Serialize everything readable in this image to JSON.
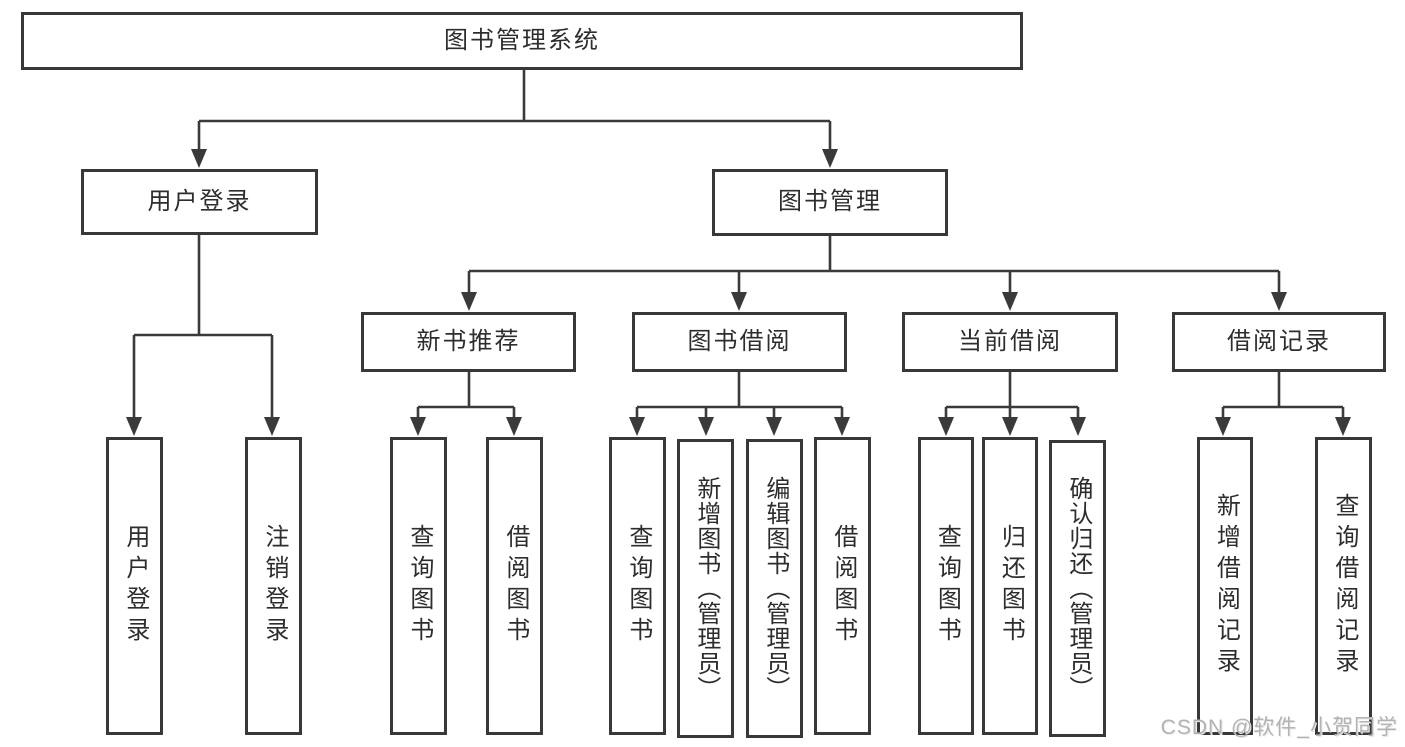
{
  "diagram": {
    "type": "hierarchy-tree",
    "title": "图书管理系统",
    "nodes": {
      "root": {
        "label": "图书管理系统"
      },
      "user_login": {
        "label": "用户登录"
      },
      "book_management": {
        "label": "图书管理"
      },
      "new_book_recommend": {
        "label": "新书推荐"
      },
      "book_borrow": {
        "label": "图书借阅"
      },
      "current_borrow": {
        "label": "当前借阅"
      },
      "borrow_records": {
        "label": "借阅记录"
      },
      "ul_user_login": {
        "label": "用户登录"
      },
      "ul_logout": {
        "label": "注销登录"
      },
      "nb_query_books": {
        "label": "查询图书"
      },
      "nb_borrow_books": {
        "label": "借阅图书"
      },
      "bb_query_books": {
        "label": "查询图书"
      },
      "bb_add_books": {
        "label": "新增图书（管理员）"
      },
      "bb_edit_books": {
        "label": "编辑图书（管理员）"
      },
      "bb_borrow_books": {
        "label": "借阅图书"
      },
      "cb_query_books": {
        "label": "查询图书"
      },
      "cb_return_books": {
        "label": "归还图书"
      },
      "cb_confirm_return": {
        "label": "确认归还（管理员）"
      },
      "br_add_record": {
        "label": "新增借阅记录"
      },
      "br_query_record": {
        "label": "查询借阅记录"
      }
    },
    "hierarchy": {
      "图书管理系统": {
        "用户登录": [
          "用户登录",
          "注销登录"
        ],
        "图书管理": {
          "新书推荐": [
            "查询图书",
            "借阅图书"
          ],
          "图书借阅": [
            "查询图书",
            "新增图书（管理员）",
            "编辑图书（管理员）",
            "借阅图书"
          ],
          "当前借阅": [
            "查询图书",
            "归还图书",
            "确认归还（管理员）"
          ],
          "借阅记录": [
            "新增借阅记录",
            "查询借阅记录"
          ]
        }
      }
    },
    "colors": {
      "line": "#3a3a3a",
      "box_border": "#383838",
      "box_fill": "#ffffff",
      "text": "#2d2d2d",
      "background": "#ffffff",
      "watermark": "#b3b3b3"
    }
  },
  "watermark": {
    "text": "CSDN @软件_小贺同学"
  }
}
